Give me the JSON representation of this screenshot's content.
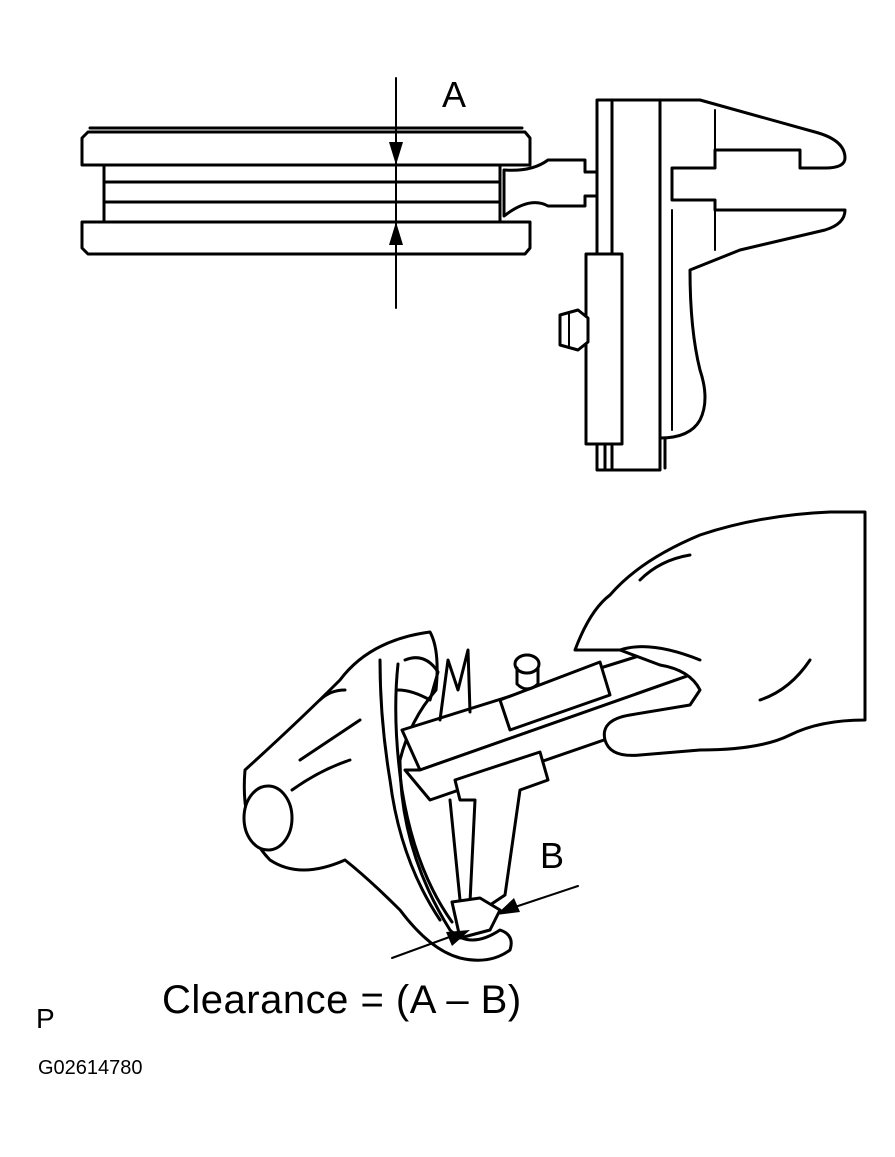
{
  "labels": {
    "a": "A",
    "b": "B",
    "formula": "Clearance = (A  –  B)",
    "corner_mark": "P",
    "figure_code": "G02614780"
  }
}
